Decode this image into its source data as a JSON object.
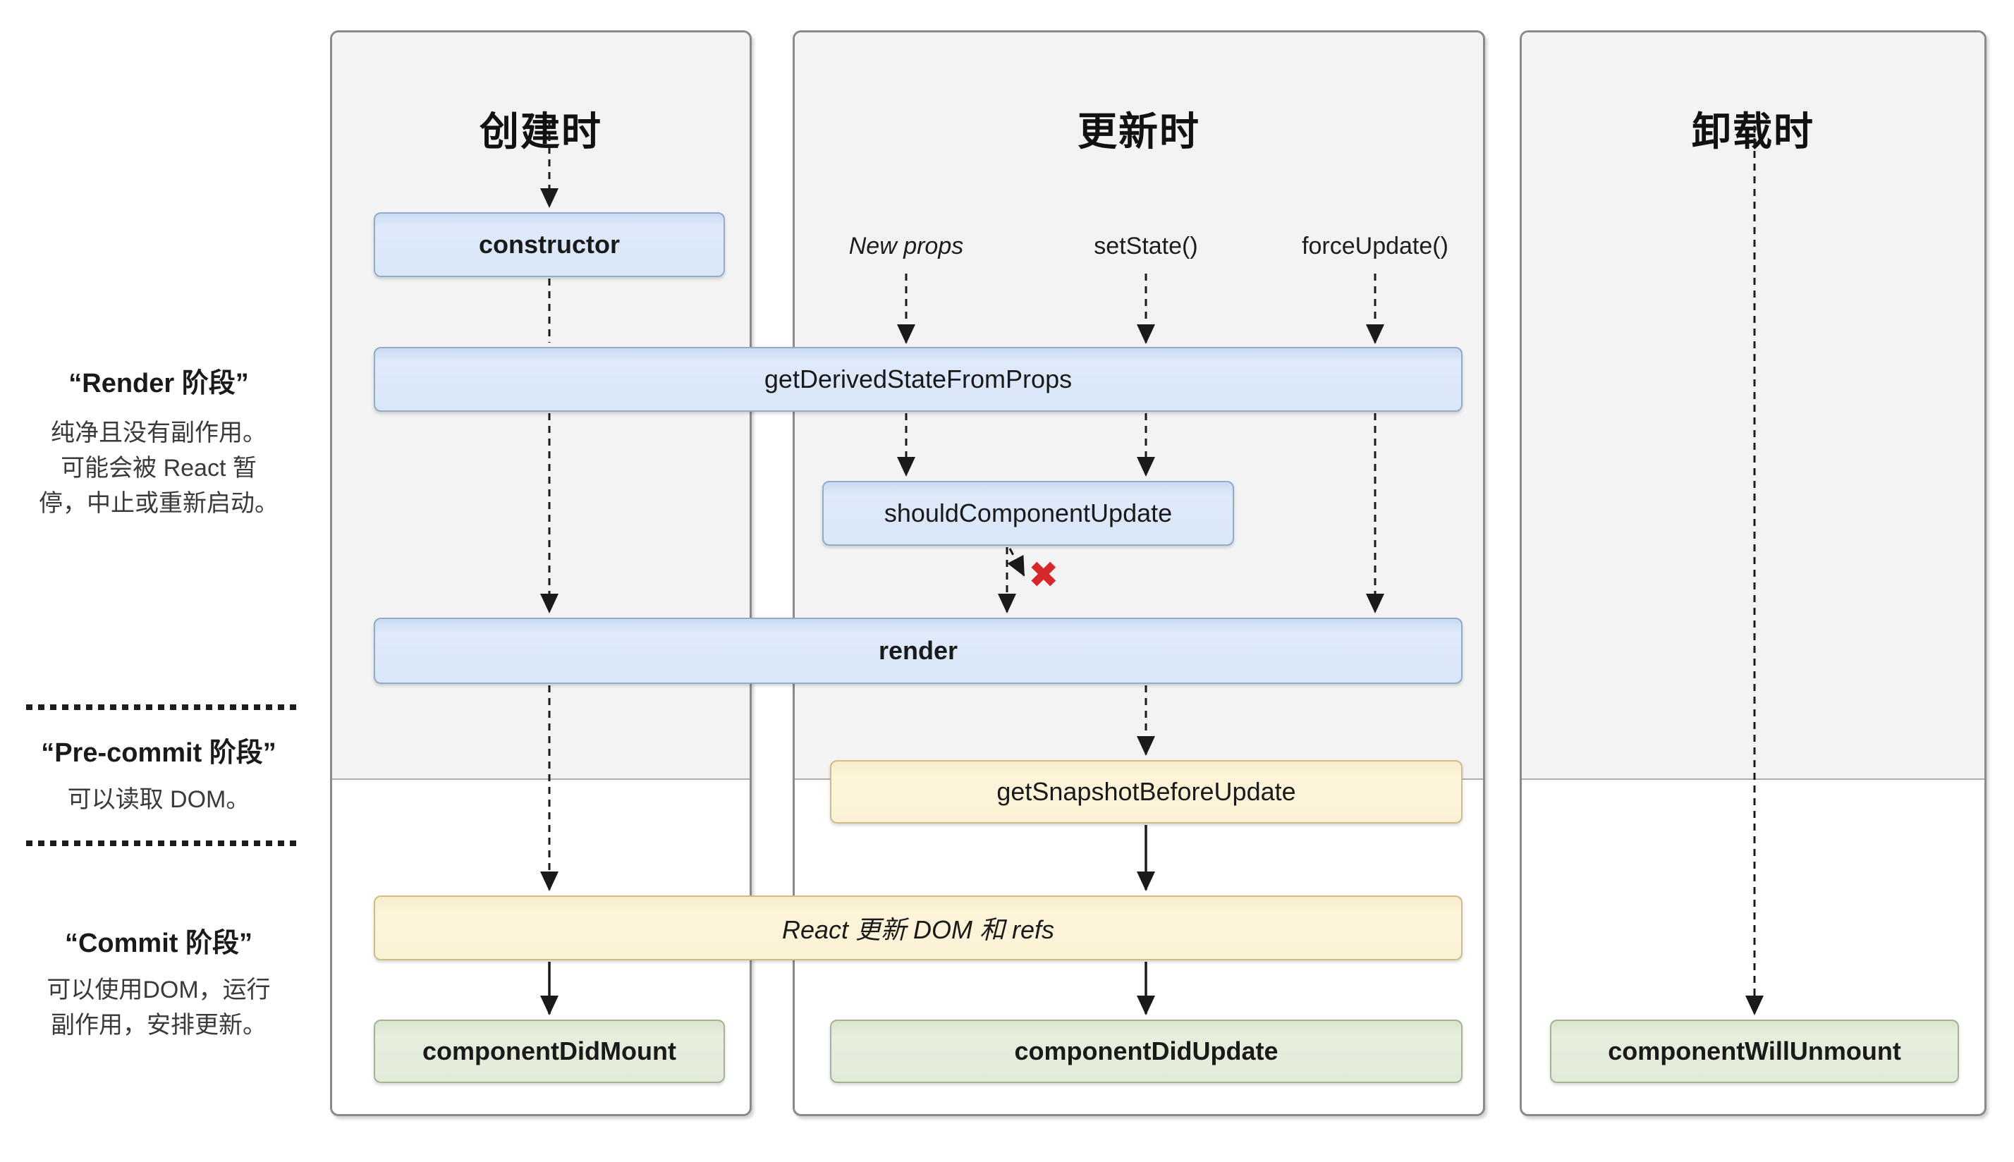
{
  "diagram": {
    "columns": [
      {
        "id": "mount",
        "title": "创建时"
      },
      {
        "id": "update",
        "title": "更新时"
      },
      {
        "id": "unmount",
        "title": "卸载时"
      }
    ],
    "side": {
      "render": {
        "title": "“Render 阶段”",
        "lines": [
          "纯净且没有副作用。",
          "可能会被 React 暂",
          "停，中止或重新启动。"
        ]
      },
      "precommit": {
        "title": "“Pre-commit 阶段”",
        "lines": [
          "可以读取 DOM。"
        ]
      },
      "commit": {
        "title": "“Commit 阶段”",
        "lines": [
          "可以使用DOM，运行",
          "副作用，安排更新。"
        ]
      }
    },
    "triggers": [
      {
        "id": "new-props",
        "label": "New props"
      },
      {
        "id": "set-state",
        "label": "setState()"
      },
      {
        "id": "force-update",
        "label": "forceUpdate()"
      }
    ],
    "boxes": {
      "constructor": "constructor",
      "getDerivedStateFromProps": "getDerivedStateFromProps",
      "shouldComponentUpdate": "shouldComponentUpdate",
      "render": "render",
      "getSnapshotBeforeUpdate": "getSnapshotBeforeUpdate",
      "reactUpdates": "React 更新 DOM 和 refs",
      "componentDidMount": "componentDidMount",
      "componentDidUpdate": "componentDidUpdate",
      "componentWillUnmount": "componentWillUnmount"
    },
    "cancel_mark": "✖",
    "colors": {
      "box_blue": "#d9e7f9",
      "box_blue_border": "#93aac9",
      "box_yellow": "#fbf2d6",
      "box_yellow_border": "#cfbd88",
      "box_green": "#e2ead9",
      "box_green_border": "#a3b394",
      "phase_bg": "#f3f3f4",
      "column_border": "#8a8a8a",
      "cancel_red": "#d62829"
    }
  }
}
